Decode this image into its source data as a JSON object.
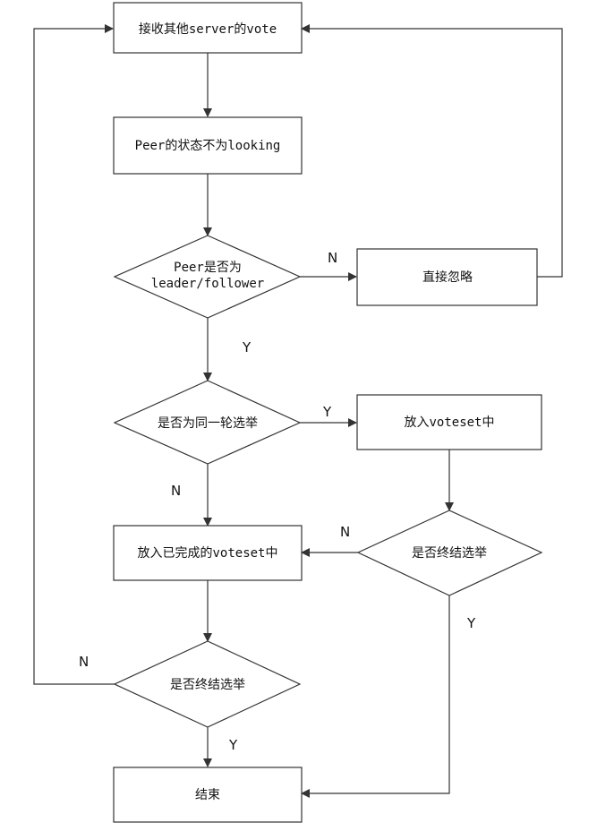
{
  "nodes": {
    "receive_vote": "接收其他server的vote",
    "peer_not_looking": "Peer的状态不为looking",
    "is_leader_follower_line1": "Peer是否为",
    "is_leader_follower_line2": "leader/follower",
    "ignore": "直接忽略",
    "same_round": "是否为同一轮选举",
    "put_voteset": "放入voteset中",
    "election_ended_right": "是否终结选举",
    "put_completed_voteset": "放入已完成的voteset中",
    "election_ended_left": "是否终结选举",
    "end": "结束"
  },
  "edge_labels": {
    "leader_follower_no": "N",
    "leader_follower_yes": "Y",
    "same_round_yes": "Y",
    "same_round_no": "N",
    "right_election_no": "N",
    "right_election_yes": "Y",
    "left_election_no": "N",
    "left_election_yes": "Y"
  }
}
